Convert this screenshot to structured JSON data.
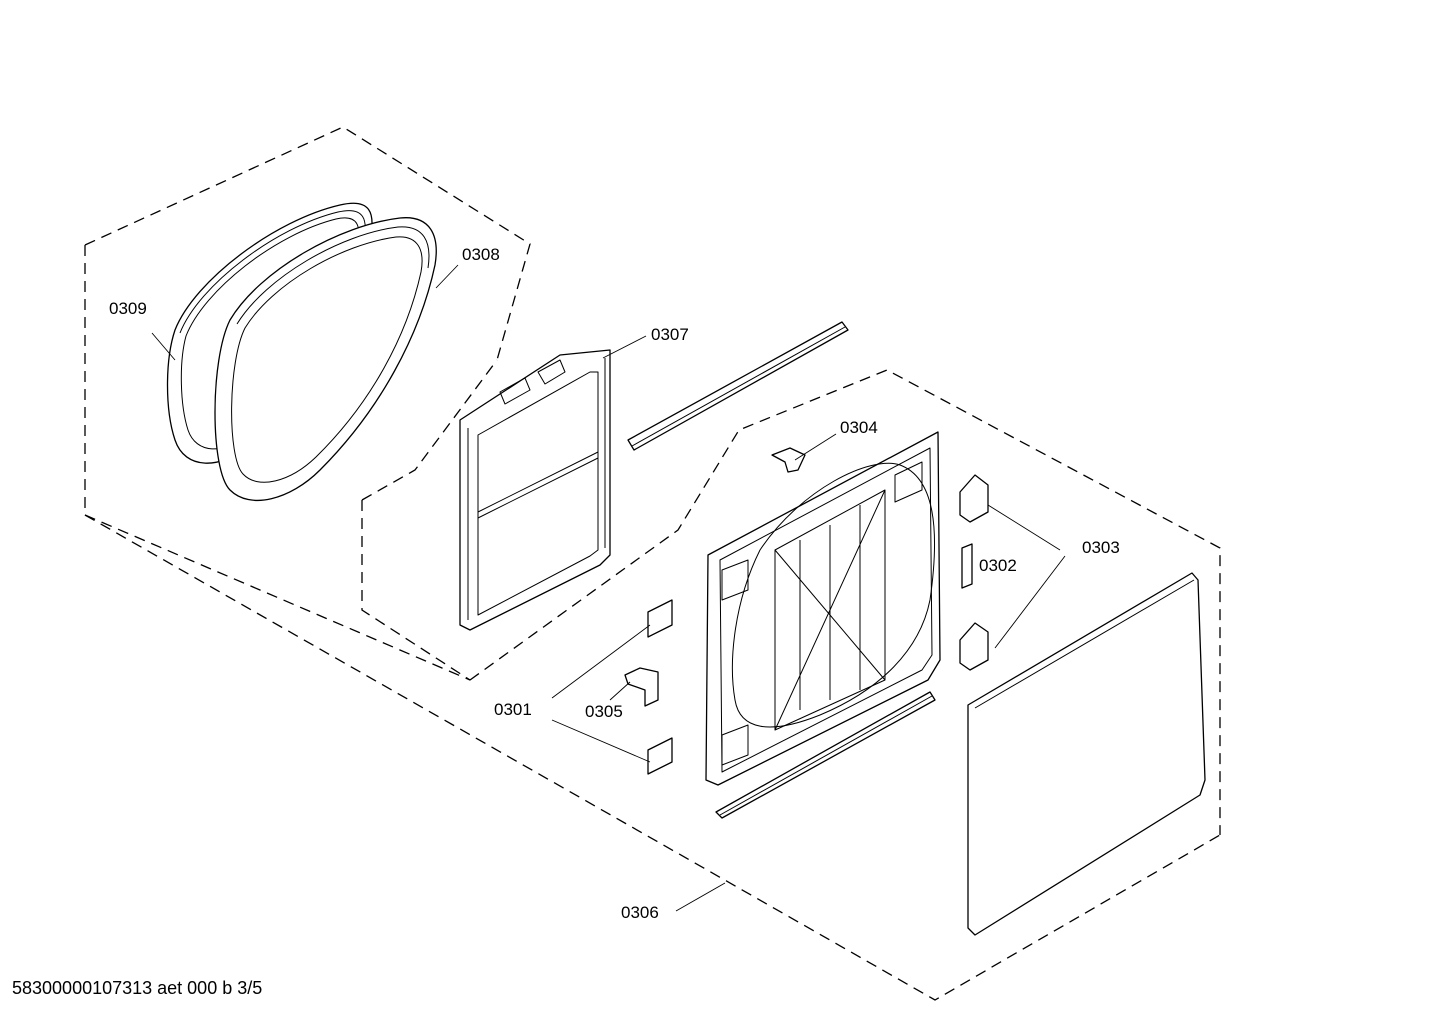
{
  "diagram": {
    "part_labels": {
      "p0301": "0301",
      "p0302": "0302",
      "p0303": "0303",
      "p0304": "0304",
      "p0305": "0305",
      "p0306": "0306",
      "p0307": "0307",
      "p0308": "0308",
      "p0309": "0309"
    },
    "footer_text": "58300000107313 aet 000 b 3/5"
  }
}
